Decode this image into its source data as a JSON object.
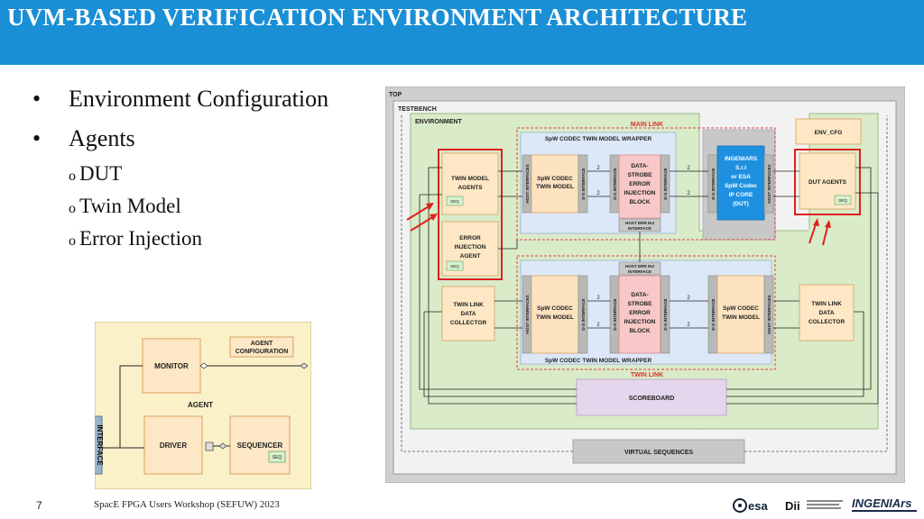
{
  "slide": {
    "title": "UVM-BASED VERIFICATION ENVIRONMENT ARCHITECTURE",
    "bullets": [
      {
        "label": "Environment Configuration"
      },
      {
        "label": "Agents",
        "subs": [
          "DUT",
          "Twin Model",
          "Error Injection"
        ]
      }
    ],
    "sub_marker": "o",
    "page_number": "7",
    "footer": "SpacE FPGA Users Workshop (SEFUW) 2023"
  },
  "agent_diagram": {
    "monitor": "MONITOR",
    "agent_config": [
      "AGENT",
      "CONFIGURATION"
    ],
    "agent": "AGENT",
    "interface": "INTERFACE",
    "driver": "DRIVER",
    "sequencer": "SEQUENCER",
    "seq": "SEQ"
  },
  "arch": {
    "top": "TOP",
    "testbench": "TESTBENCH",
    "environment": "ENVIRONMENT",
    "main_link": "MAIN LINK",
    "twin_link": "TWIN LINK",
    "wrapper": "SpW CODEC TWIN MODEL WRAPPER",
    "env_cfg": "ENV_CFG",
    "twin_model_agents": [
      "TWIN MODEL",
      "AGENTS"
    ],
    "error_injection_agent": [
      "ERROR",
      "INJECTION",
      "AGENT"
    ],
    "twin_link_collector": [
      "TWIN LINK",
      "DATA",
      "COLLECTOR"
    ],
    "dut_agents": "DUT AGENTS",
    "seq": "SEQ",
    "host_interfaces": "HOST INTERFACES",
    "ds_interface": "D-S INTERFACE",
    "spw_codec_twin_model": [
      "SpW CODEC",
      "TWIN MODEL"
    ],
    "ds_block": [
      "DATA-",
      "STROBE",
      "ERROR",
      "INJECTION",
      "BLOCK"
    ],
    "host_err_inj": [
      "HOST ERR INJ",
      "INTERFACE"
    ],
    "dut_core": [
      "INGENIARS",
      "S.r.l",
      "or ESA",
      "SpW Codec",
      "IP CORE",
      "(DUT)"
    ],
    "scoreboard": "SCOREBOARD",
    "virtual_sequences": "VIRTUAL SEQUENCES",
    "bus_width": "2"
  },
  "logos": {
    "esa": "esa",
    "dii": "Dii",
    "ingeniars": "INGENIArs"
  },
  "colors": {
    "header": "#1a8fd6",
    "highlight_red": "#e02020",
    "dut_blue": "#1e90e0"
  }
}
